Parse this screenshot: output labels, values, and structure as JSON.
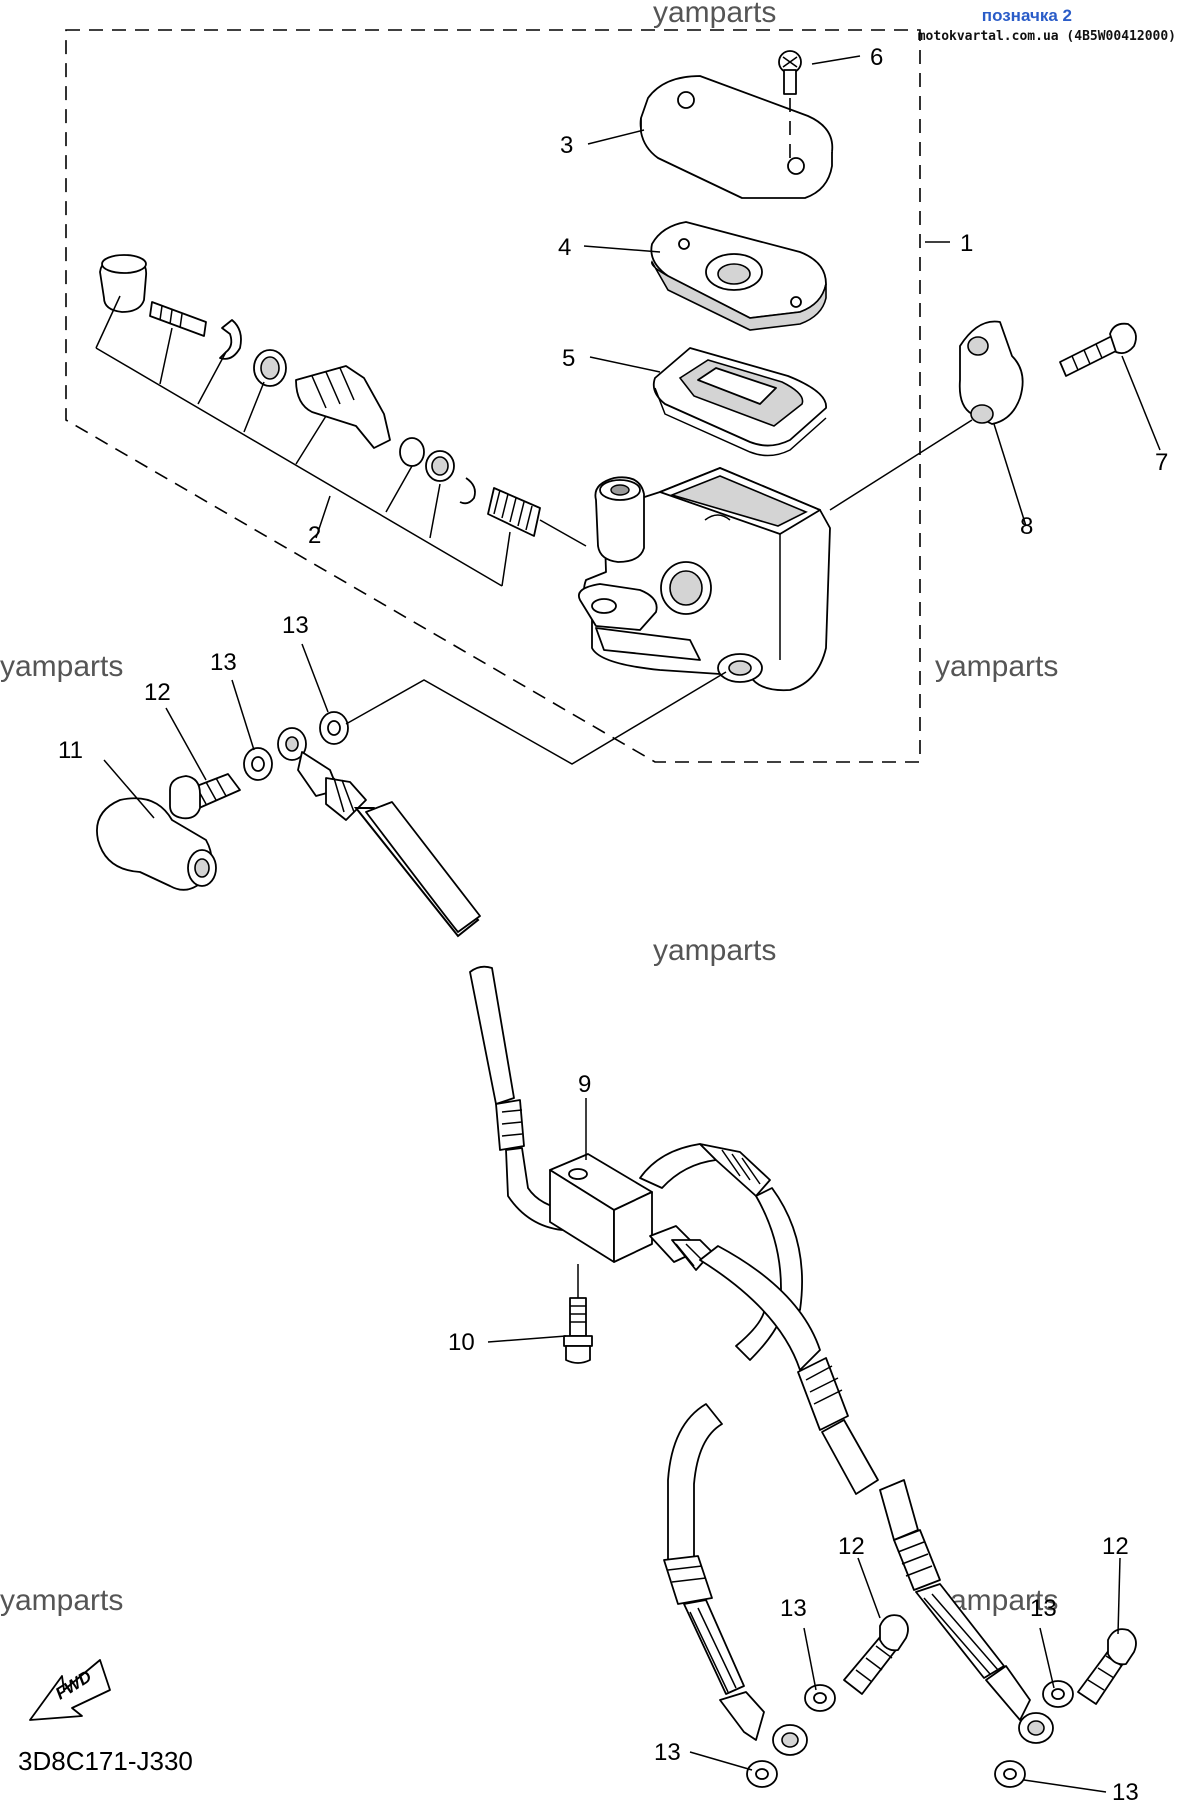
{
  "header": {
    "bookmark": "позначка 2",
    "source": "motokvartal.com.ua (4B5W00412000)"
  },
  "watermark": "yamparts",
  "diagram_code": "3D8C171-J330",
  "fwd_label": "FWD",
  "callouts": {
    "c1": "1",
    "c2": "2",
    "c3": "3",
    "c4": "4",
    "c5": "5",
    "c6": "6",
    "c7": "7",
    "c8": "8",
    "c9": "9",
    "c10": "10",
    "c11": "11",
    "c12a": "12",
    "c12b": "12",
    "c12c": "12",
    "c13a": "13",
    "c13b": "13",
    "c13c": "13",
    "c13d": "13",
    "c13e": "13",
    "c13f": "13"
  }
}
